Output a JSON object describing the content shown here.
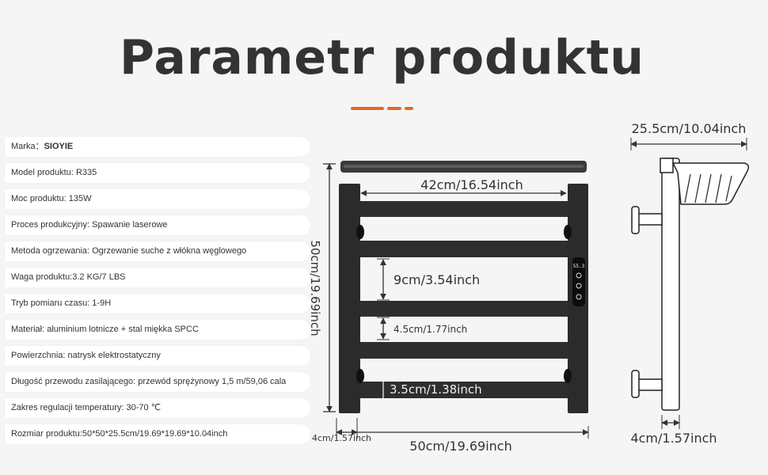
{
  "title": "Parametr produktu",
  "specs": [
    {
      "label": "Marka：",
      "value": "SIOYIE"
    },
    {
      "label": "Model produktu: ",
      "value": "R335"
    },
    {
      "label": "Moc produktu: ",
      "value": "135W"
    },
    {
      "label": "Proces produkcyjny: ",
      "value": "Spawanie laserowe"
    },
    {
      "label": "Metoda ogrzewania: ",
      "value": "Ogrzewanie suche z włókna węglowego"
    },
    {
      "label": "Waga produktu:",
      "value": "3.2 KG/7 LBS"
    },
    {
      "label": "Tryb pomiaru czasu: ",
      "value": "1-9H"
    },
    {
      "label": "Materiał: ",
      "value": "aluminium lotnicze  + stal miękka SPCC"
    },
    {
      "label": "Powierzchnia: ",
      "value": "natrysk elektrostatyczny"
    },
    {
      "label": "Długość przewodu zasilającego: ",
      "value": "przewód sprężynowy 1,5 m/59,06 cala"
    },
    {
      "label": "Zakres regulacji temperatury: ",
      "value": "30-70 ℃"
    },
    {
      "label": "Rozmiar produktu:",
      "value": "50*50*25.5cm/19.69*19.69*10.04inch"
    }
  ],
  "dimensions": {
    "inner_width": "42cm/16.54inch",
    "height": "50cm/19.69inch",
    "bar_gap": "9cm/3.54inch",
    "bar_gap_small": "4.5cm/1.77inch",
    "bar_height": "3.5cm/1.38inch",
    "width": "50cm/19.69inch",
    "post": "4cm/1.57inch",
    "depth": "25.5cm/10.04inch",
    "side_post": "4cm/1.57inch"
  },
  "control_panel": {
    "display": "55.3"
  },
  "colors": {
    "accent": "#e2692a",
    "rack": "#2b2b2b",
    "background": "#f5f5f5"
  }
}
